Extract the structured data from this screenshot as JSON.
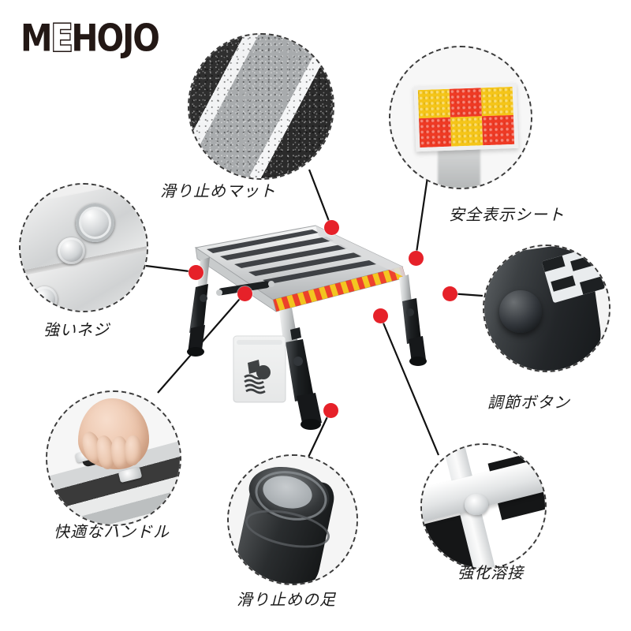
{
  "brand": {
    "name_part1": "M",
    "name_part2": "E",
    "name_part3": "HOJO",
    "full": "MEHOJO"
  },
  "product": {
    "description": "aluminum folding step platform stool",
    "deck_color": "#d8dadb",
    "strip_color": "#3a3a3a",
    "reflective_colors": [
      "#ef3a24",
      "#f5c518"
    ],
    "leg_color": "#1b1d1f",
    "accessory_bag": "hardware-bag"
  },
  "accent_colors": {
    "dot_red": "#e62129",
    "line_black": "#111111",
    "dash_border": "#3a3a3a",
    "text": "#1a1a1a"
  },
  "callouts": [
    {
      "id": "non-slip-mat",
      "label": "滑り止めマット",
      "icon": "grit-texture-icon"
    },
    {
      "id": "safety-sheet",
      "label": "安全表示シート",
      "icon": "reflective-checker-icon"
    },
    {
      "id": "strong-screw",
      "label": "強いネジ",
      "icon": "bolt-icon"
    },
    {
      "id": "comfortable-handle",
      "label": "快適なハンドル",
      "icon": "hand-grip-icon"
    },
    {
      "id": "adjust-button",
      "label": "調節ボタン",
      "icon": "push-button-icon"
    },
    {
      "id": "non-slip-foot",
      "label": "滑り止めの足",
      "icon": "rubber-foot-icon"
    },
    {
      "id": "reinforced-welding",
      "label": "強化溶接",
      "icon": "weld-bead-icon"
    }
  ]
}
